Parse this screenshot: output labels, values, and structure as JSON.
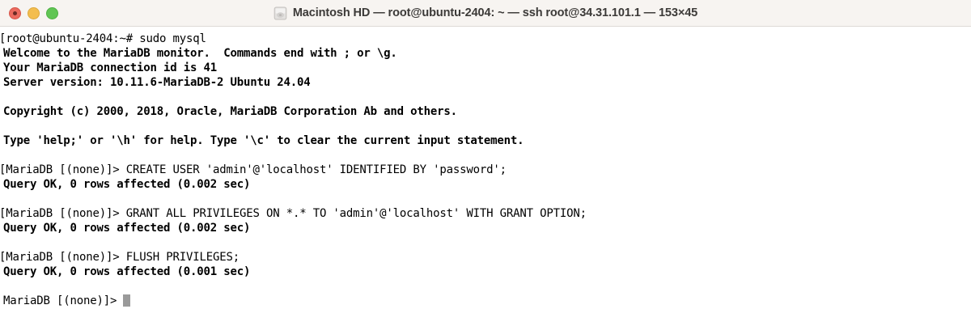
{
  "window": {
    "titlebar": {
      "icon": "hard-disk-icon",
      "title": "Macintosh HD — root@ubuntu-2404: ~ — ssh root@34.31.101.1 — 153×45",
      "buttons": [
        {
          "name": "close",
          "color": "#eb6a5e"
        },
        {
          "name": "minimize",
          "color": "#f3bd4e"
        },
        {
          "name": "zoom",
          "color": "#61c554"
        }
      ],
      "background": "#f7f4f1",
      "text_color": "#3c3a38"
    }
  },
  "terminal": {
    "background": "#ffffff",
    "foreground": "#000000",
    "cursor_color": "#9a9a9a",
    "columns": 153,
    "rows": 45,
    "lines": [
      {
        "id": "line-shell-prompt",
        "text": "[root@ubuntu-2404:~# sudo mysql",
        "bold": false,
        "clipped": true
      },
      {
        "id": "line-welcome",
        "text": "Welcome to the MariaDB monitor.  Commands end with ; or \\g.",
        "bold": true,
        "clipped": false
      },
      {
        "id": "line-connection-id",
        "text": "Your MariaDB connection id is 41",
        "bold": true,
        "clipped": false
      },
      {
        "id": "line-server-version",
        "text": "Server version: 10.11.6-MariaDB-2 Ubuntu 24.04",
        "bold": true,
        "clipped": false
      },
      {
        "id": "line-blank-1",
        "text": "",
        "bold": false,
        "clipped": false
      },
      {
        "id": "line-copyright",
        "text": "Copyright (c) 2000, 2018, Oracle, MariaDB Corporation Ab and others.",
        "bold": true,
        "clipped": false
      },
      {
        "id": "line-blank-2",
        "text": "",
        "bold": false,
        "clipped": false
      },
      {
        "id": "line-help-hint",
        "text": "Type 'help;' or '\\h' for help. Type '\\c' to clear the current input statement.",
        "bold": true,
        "clipped": false
      },
      {
        "id": "line-blank-3",
        "text": "",
        "bold": false,
        "clipped": false
      },
      {
        "id": "line-cmd-create-user",
        "text": "[MariaDB [(none)]> CREATE USER 'admin'@'localhost' IDENTIFIED BY 'password';",
        "bold": false,
        "clipped": true
      },
      {
        "id": "line-result-create-user",
        "text": "Query OK, 0 rows affected (0.002 sec)",
        "bold": true,
        "clipped": false
      },
      {
        "id": "line-blank-4",
        "text": "",
        "bold": false,
        "clipped": false
      },
      {
        "id": "line-cmd-grant",
        "text": "[MariaDB [(none)]> GRANT ALL PRIVILEGES ON *.* TO 'admin'@'localhost' WITH GRANT OPTION;",
        "bold": false,
        "clipped": true
      },
      {
        "id": "line-result-grant",
        "text": "Query OK, 0 rows affected (0.002 sec)",
        "bold": true,
        "clipped": false
      },
      {
        "id": "line-blank-5",
        "text": "",
        "bold": false,
        "clipped": false
      },
      {
        "id": "line-cmd-flush",
        "text": "[MariaDB [(none)]> FLUSH PRIVILEGES;",
        "bold": false,
        "clipped": true
      },
      {
        "id": "line-result-flush",
        "text": "Query OK, 0 rows affected (0.001 sec)",
        "bold": true,
        "clipped": false
      },
      {
        "id": "line-blank-6",
        "text": "",
        "bold": false,
        "clipped": false
      },
      {
        "id": "line-active-prompt",
        "text": "MariaDB [(none)]> ",
        "bold": false,
        "clipped": false,
        "cursor": true
      }
    ]
  }
}
